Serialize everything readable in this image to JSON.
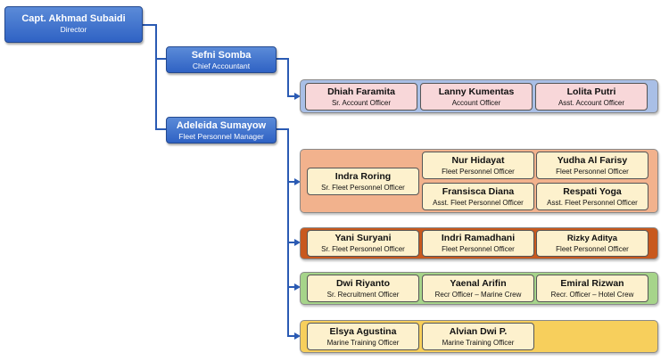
{
  "director": {
    "name": "Capt. Akhmad Subaidi",
    "title": "Director"
  },
  "chief_accountant": {
    "name": "Sefni Somba",
    "title": "Chief Accountant"
  },
  "fleet_manager": {
    "name": "Adeleida Sumayow",
    "title": "Fleet Personnel Manager"
  },
  "colors": {
    "manager_blue": "#3b6fcf",
    "accounts_group": "#a9bfe6",
    "accounts_card": "#f8d7d9",
    "fleet_group": "#f2b28d",
    "fleet_card": "#fdf1cd",
    "fleet2_group": "#c8591e",
    "recruit_group": "#a6d48a",
    "training_group": "#f7cf5c"
  },
  "accounts": [
    {
      "name": "Dhiah Faramita",
      "title": "Sr. Account Officer"
    },
    {
      "name": "Lanny Kumentas",
      "title": "Account Officer"
    },
    {
      "name": "Lolita Putri",
      "title": "Asst. Account Officer"
    }
  ],
  "fleet_a": [
    {
      "name": "Indra Roring",
      "title": "Sr. Fleet Personnel Officer"
    },
    {
      "name": "Nur Hidayat",
      "title": "Fleet Personnel Officer"
    },
    {
      "name": "Yudha Al Farisy",
      "title": "Fleet Personnel Officer"
    },
    {
      "name": "Fransisca Diana",
      "title": "Asst. Fleet Personnel Officer"
    },
    {
      "name": "Respati Yoga",
      "title": "Asst. Fleet Personnel Officer"
    }
  ],
  "fleet_b": [
    {
      "name": "Yani Suryani",
      "title": "Sr. Fleet Personnel Officer"
    },
    {
      "name": "Indri Ramadhani",
      "title": "Fleet Personnel Officer"
    },
    {
      "name": "Rizky Aditya",
      "title": "Fleet Personnel Officer"
    }
  ],
  "recruitment": [
    {
      "name": "Dwi Riyanto",
      "title": "Sr. Recruitment Officer"
    },
    {
      "name": "Yaenal Arifin",
      "title": "Recr Officer – Marine Crew"
    },
    {
      "name": "Emiral Rizwan",
      "title": "Recr. Officer – Hotel Crew"
    }
  ],
  "training": [
    {
      "name": "Elsya Agustina",
      "title": "Marine Training Officer"
    },
    {
      "name": "Alvian Dwi P.",
      "title": "Marine Training Officer"
    }
  ]
}
